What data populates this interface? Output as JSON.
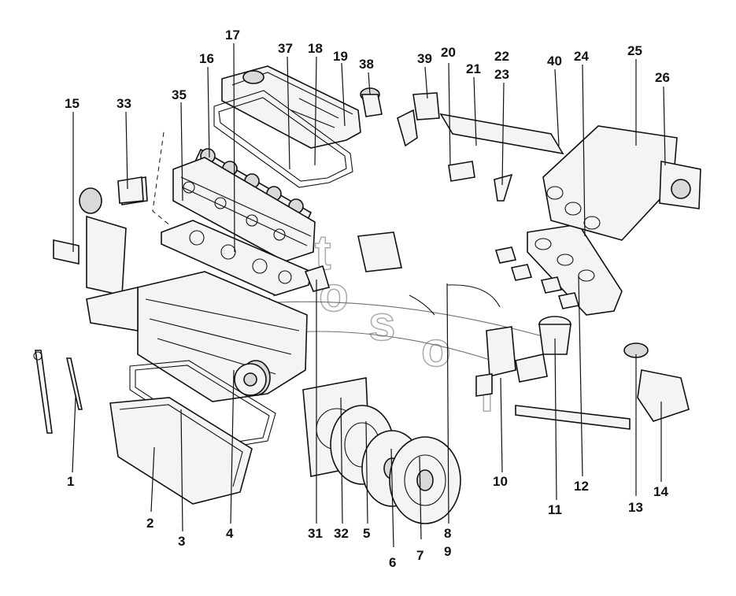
{
  "callouts": [
    "1",
    "2",
    "3",
    "4",
    "5",
    "6",
    "7",
    "8",
    "9",
    "10",
    "11",
    "12",
    "13",
    "14",
    "15",
    "16",
    "17",
    "18",
    "19",
    "20",
    "21",
    "22",
    "23",
    "24",
    "25",
    "26",
    "31",
    "32",
    "33",
    "35",
    "37",
    "38",
    "39",
    "40"
  ],
  "watermark": [
    "t",
    "o",
    "s",
    "o",
    "l"
  ]
}
